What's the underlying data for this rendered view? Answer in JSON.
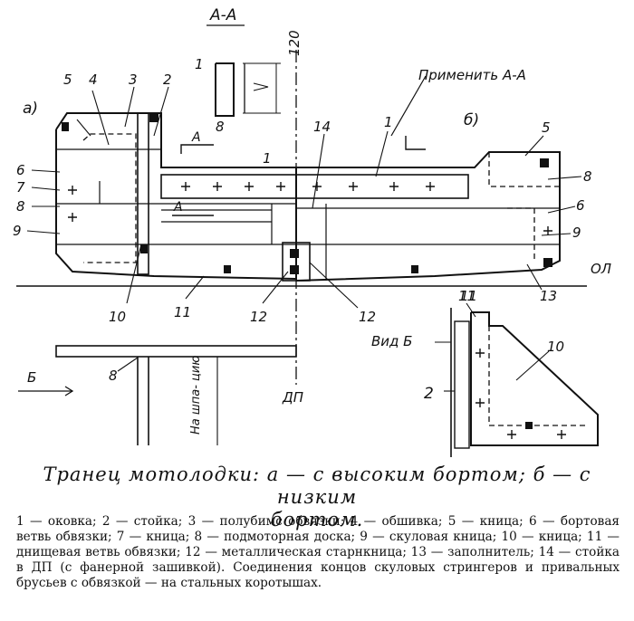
{
  "section_mark": "А-А",
  "labels": {
    "view_a": "а)",
    "view_b": "б)",
    "apply_aa": "Применить А-А",
    "section_arrow_upper": "А",
    "section_arrow_lower": "А",
    "dimension_120": "120",
    "waterline": "ОЛ",
    "centerline": "ДП",
    "view_b_title": "Вид Б",
    "view_b_arrow": "Б",
    "on_frame": "На шпа- цию"
  },
  "callouts": {
    "a_1": "1",
    "a_2": "2",
    "a_3": "3",
    "a_4": "4",
    "a_5": "5",
    "a_6": "6",
    "a_7": "7",
    "a_8": "8",
    "a_9": "9",
    "a_10": "10",
    "a_11": "11",
    "a_12": "12",
    "top_1": "1",
    "top_8": "8",
    "b_1": "1",
    "b_5": "5",
    "b_6": "6",
    "b_8": "8",
    "b_9": "9",
    "b_11": "11",
    "b_12": "12",
    "b_13": "13",
    "b_14": "14",
    "lower_8": "8",
    "vb_2": "2",
    "vb_10": "10",
    "vb_11": "11"
  },
  "caption_line1": "Транец мотолодки: а — с высоким бортом; б — с низким",
  "caption_line2": "бортом.",
  "legend": "1 — оковка; 2 — стойка; 3 — полубимс обвязки; 4 — обшивка; 5 — кница; 6 — бортовая ветвь обвязки; 7 — кница; 8 — подмоторная доска; 9 — скуловая кница; 10 — кница; 11 — днищевая ветвь обвязки; 12 — металлическая старнкница; 13 — заполнитель; 14 — стойка в ДП (с фанерной зашивкой). Соединения концов скуловых стрингеров и привальных брусьев с обвязкой — на стальных коротышах."
}
